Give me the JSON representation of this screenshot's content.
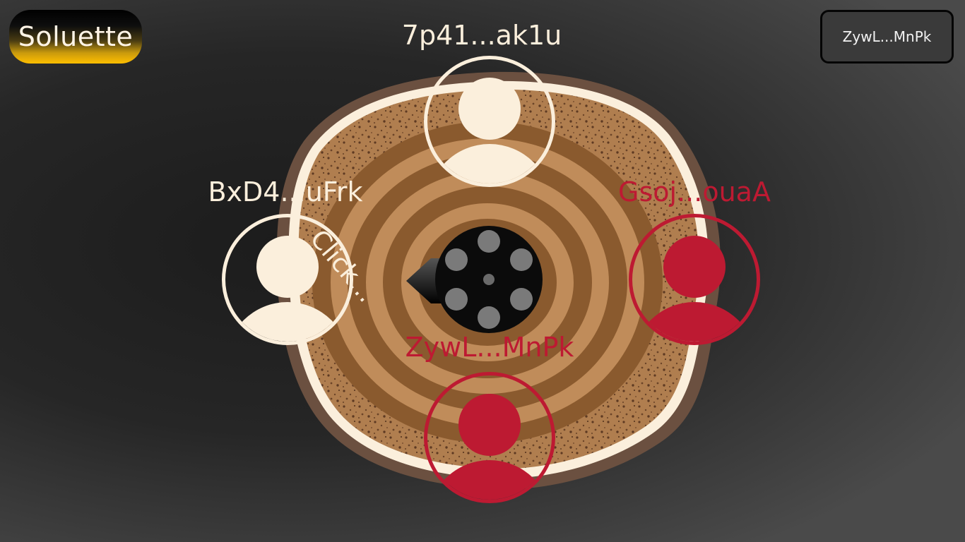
{
  "app": {
    "logo_text": "Soluette"
  },
  "wallet": {
    "address": "ZywL...MnPk"
  },
  "players": [
    {
      "id": "top",
      "address": "7p41...ak1u",
      "status": "alive",
      "color": "#fbefdc"
    },
    {
      "id": "left",
      "address": "BxD4...uFrk",
      "status": "alive",
      "color": "#fbefdc"
    },
    {
      "id": "right",
      "address": "Gsoj...ouaA",
      "status": "eliminated",
      "color": "#bd1a32"
    },
    {
      "id": "bottom",
      "address": "ZywL...MnPk",
      "status": "eliminated",
      "color": "#bd1a32"
    }
  ],
  "game": {
    "hint": "Click...",
    "weapon_icon": "revolver-cylinder-icon"
  }
}
